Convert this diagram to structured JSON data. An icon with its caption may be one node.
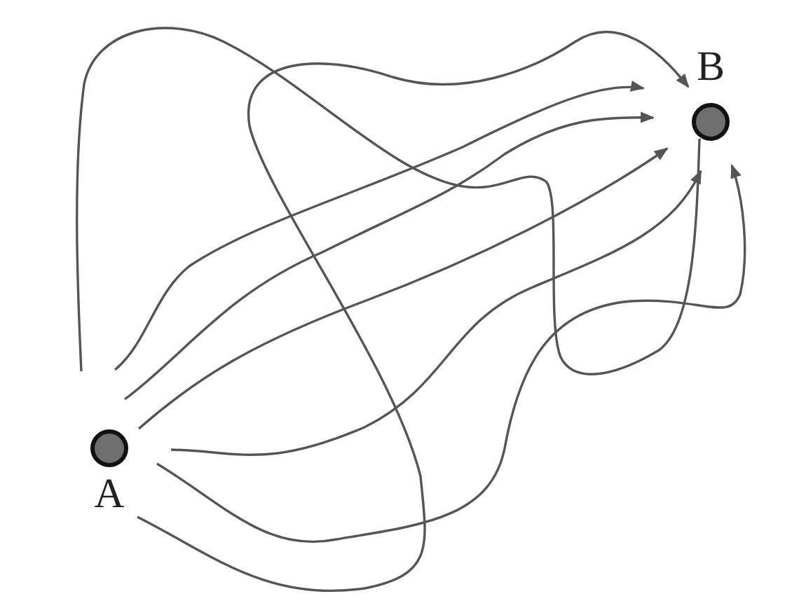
{
  "diagram": {
    "nodes": [
      {
        "text": [
          "A"
        ]
      },
      {
        "text": [
          "B"
        ]
      }
    ],
    "edges": [
      {
        "from": 0,
        "to": 1,
        "arrow": "none"
      },
      {
        "from": 0,
        "to": 1,
        "arrow": "to"
      },
      {
        "from": 0,
        "to": 1,
        "arrow": "to"
      },
      {
        "from": 0,
        "to": 1,
        "arrow": "to"
      },
      {
        "from": 0,
        "to": 1,
        "arrow": "to"
      },
      {
        "from": 0,
        "to": 1,
        "arrow": "to"
      },
      {
        "from": 0,
        "to": 1,
        "arrow": "to"
      }
    ]
  }
}
